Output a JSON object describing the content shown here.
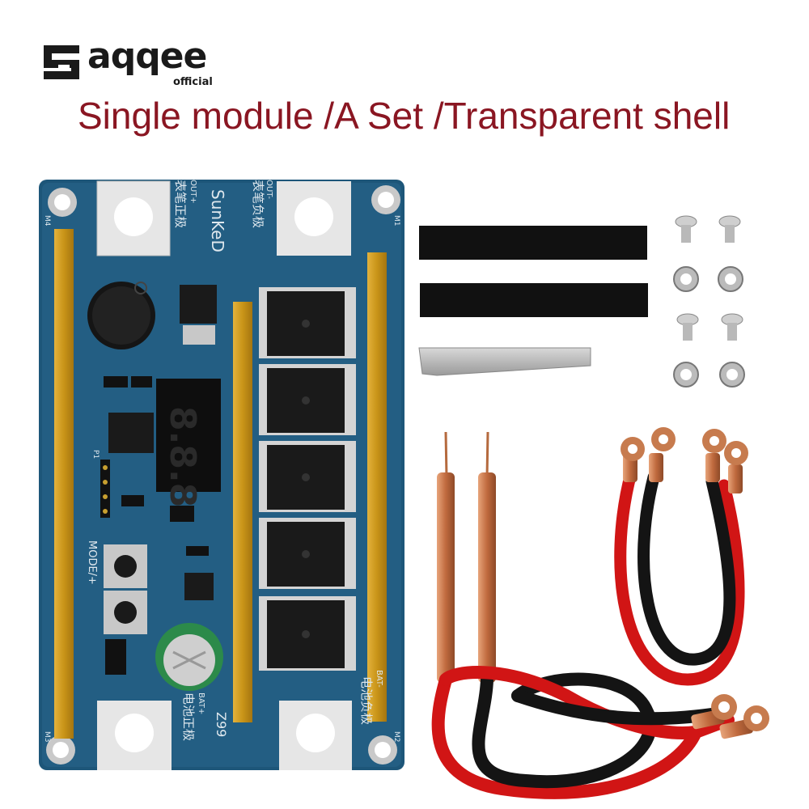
{
  "brand": {
    "name": "aqqee",
    "sub": "official",
    "mark": "S"
  },
  "headline": "Single module /A Set /Transparent shell",
  "board": {
    "brand_text": "SunKeD",
    "model": "Z99",
    "display": "8.8.8",
    "button_label": "MODE/+",
    "pad_labels": [
      "OUT+",
      "表笔正极",
      "OUT-",
      "表笔负极",
      "BAT-",
      "电池负极",
      "BAT+",
      "电池正极"
    ],
    "corner_labels": [
      "M4",
      "M1",
      "M3",
      "M2"
    ],
    "header_label": "P1"
  },
  "colors": {
    "pcb": "#1d5679",
    "copper": "#c77b4e",
    "wire_red": "#d11515",
    "wire_black": "#141414",
    "headline": "#8a1622"
  }
}
